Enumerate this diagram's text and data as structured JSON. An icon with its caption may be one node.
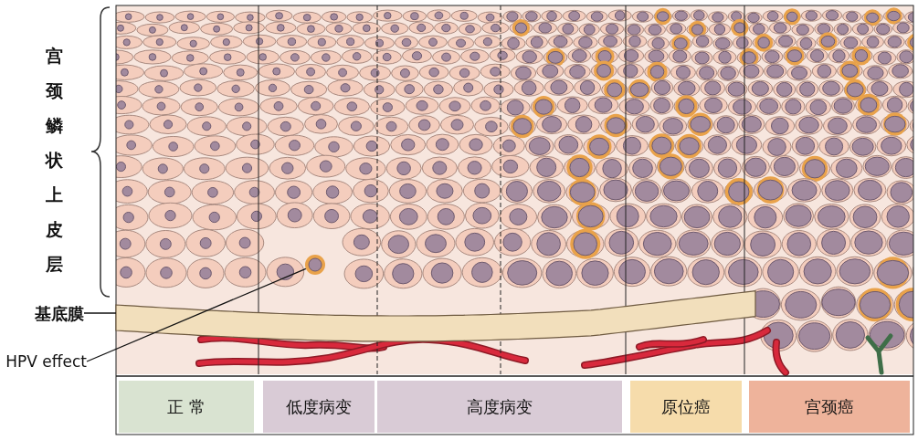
{
  "diagram": {
    "nodes": [
      {
        "text": [
          "基底膜"
        ]
      },
      {
        "text": [],
        "shape": "bar"
      },
      {
        "text": [
          "HPV effect"
        ]
      },
      {
        "text": [],
        "shape": "circle"
      },
      {
        "text": [
          "正 常"
        ]
      },
      {
        "text": [
          "低度病变"
        ]
      },
      {
        "text": [
          "高度病变"
        ]
      },
      {
        "text": [
          "原位癌"
        ]
      },
      {
        "text": [
          "宫颈癌"
        ]
      }
    ],
    "edges": [
      {
        "from": 0,
        "to": 1,
        "arrow": "none"
      },
      {
        "from": 2,
        "to": 3,
        "arrow": "none"
      }
    ],
    "labels": [
      "宫颈鳞状上皮层"
    ]
  }
}
